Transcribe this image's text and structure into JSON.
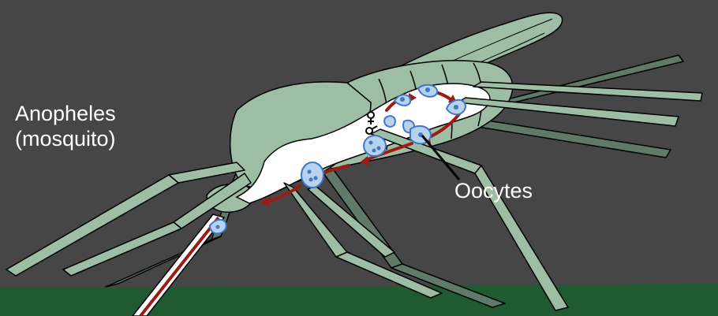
{
  "labels": {
    "organism_line1": "Anopheles",
    "organism_line2": "(mosquito)",
    "oocytes": "Oocytes"
  },
  "colors": {
    "background": "#464646",
    "ground": "#1f5a30",
    "body_light": "#9dbda5",
    "body_dark": "#5f7a68",
    "gut": "#ffffff",
    "arrow": "#9c1b13",
    "parasite_stroke": "#3b78c8",
    "parasite_fill": "#b8d2ee",
    "outline": "#000000"
  }
}
